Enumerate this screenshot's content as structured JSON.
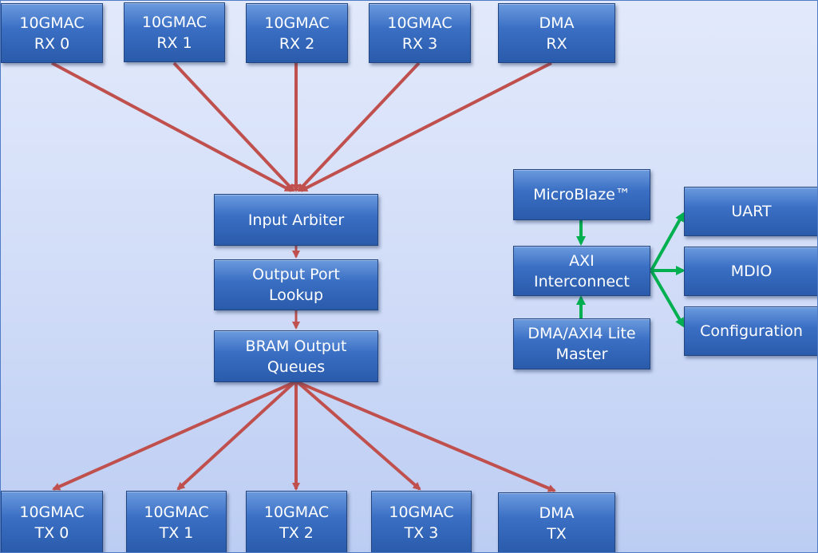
{
  "rx_blocks": [
    {
      "label": "10GMAC\nRX 0"
    },
    {
      "label": "10GMAC\nRX 1"
    },
    {
      "label": "10GMAC\nRX 2"
    },
    {
      "label": "10GMAC\nRX 3"
    },
    {
      "label": "DMA\nRX"
    }
  ],
  "pipeline": {
    "input_arbiter": "Input Arbiter",
    "output_port_lookup": "Output Port\nLookup",
    "bram_output_queues": "BRAM Output\nQueues"
  },
  "tx_blocks": [
    {
      "label": "10GMAC\nTX 0"
    },
    {
      "label": "10GMAC\nTX 1"
    },
    {
      "label": "10GMAC\nTX 2"
    },
    {
      "label": "10GMAC\nTX 3"
    },
    {
      "label": "DMA\nTX"
    }
  ],
  "control": {
    "microblaze": "MicroBlaze™",
    "axi_interconnect": "AXI\nInterconnect",
    "dma_axi4_lite_master": "DMA/AXI4 Lite\nMaster"
  },
  "peripherals": {
    "uart": "UART",
    "mdio": "MDIO",
    "configuration": "Configuration"
  },
  "colors": {
    "box_fill": "#3a6fc4",
    "data_path_arrow": "#c0504d",
    "control_arrow": "#00b050",
    "background": "#d3def8"
  }
}
